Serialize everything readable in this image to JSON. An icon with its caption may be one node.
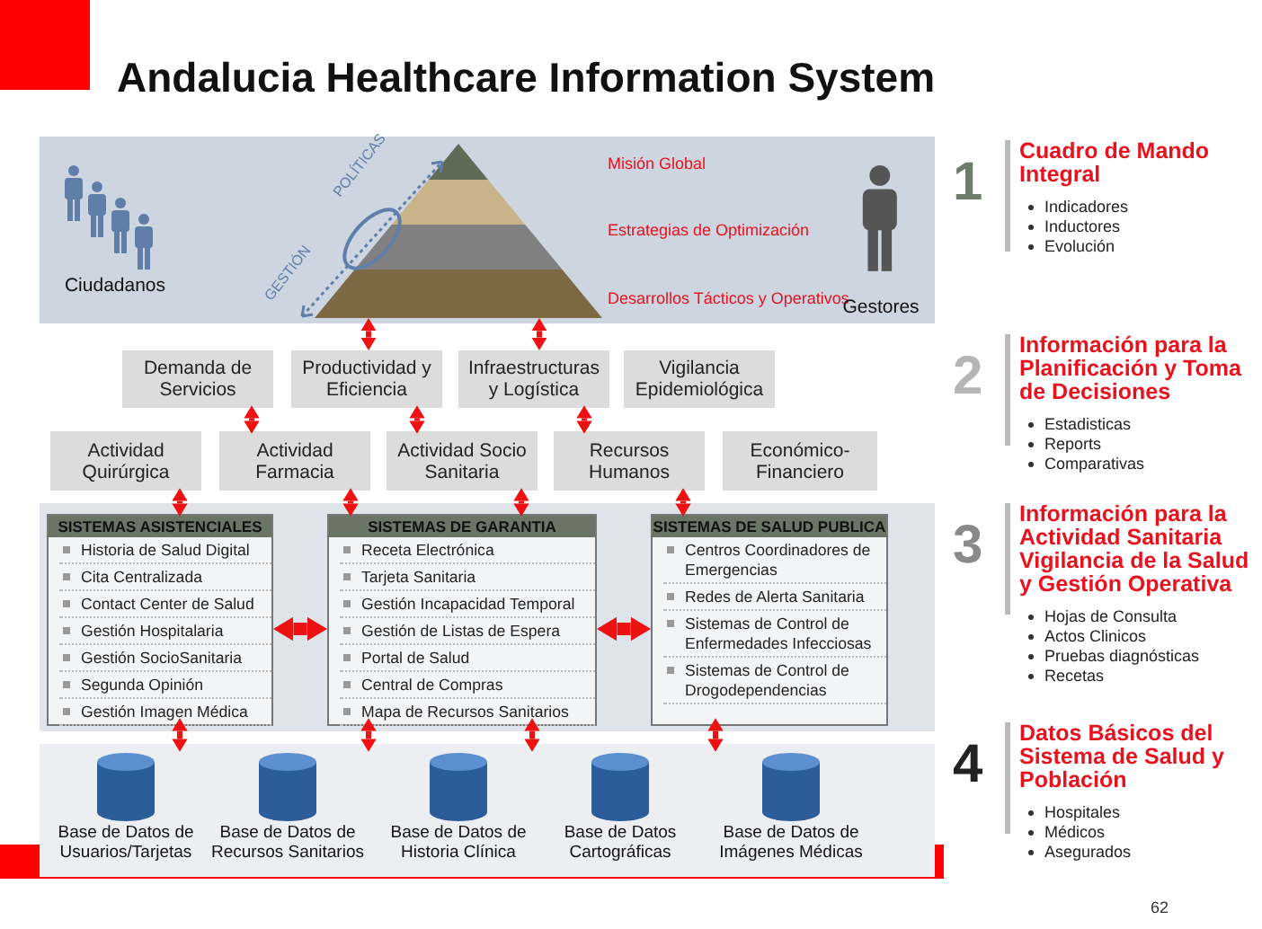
{
  "diagram": {
    "title": "Andalucia Healthcare Information System",
    "nodes": [
      {
        "text": [],
        "shape": "band"
      },
      {
        "text": [],
        "shape": "person",
        "beside": [
          "Ciudadanos"
        ],
        "in": 0
      },
      {
        "text": [],
        "shape": "triangle",
        "beside": [
          "Misión Global",
          "Estrategias de Optimización",
          "Desarrollos Tácticos y Operativos"
        ],
        "in": 0
      },
      {
        "text": [],
        "shape": "person",
        "beside": [
          "Gestores"
        ],
        "in": 0
      },
      {
        "text": [
          "Demanda de Servicios"
        ]
      },
      {
        "text": [
          "Productividad y Eficiencia"
        ]
      },
      {
        "text": [
          "Infraestructuras y Logística"
        ]
      },
      {
        "text": [
          "Vigilancia Epidemiológica"
        ]
      },
      {
        "text": [
          "Actividad Quirúrgica"
        ]
      },
      {
        "text": [
          "Actividad Farmacia"
        ]
      },
      {
        "text": [
          "Actividad Socio Sanitaria"
        ]
      },
      {
        "text": [
          "Recursos Humanos"
        ]
      },
      {
        "text": [
          "Económico-Financiero"
        ]
      },
      {
        "text": [],
        "shape": "band"
      },
      {
        "text": [
          "SISTEMAS ASISTENCIALES",
          "Historia de Salud Digital",
          "Cita Centralizada",
          "Contact Center de Salud",
          "Gestión Hospitalaria",
          "Gestión SocioSanitaria",
          "Segunda Opinión",
          "Gestión Imagen Médica"
        ],
        "in": 13
      },
      {
        "text": [
          "SISTEMAS DE GARANTIA",
          "Receta Electrónica",
          "Tarjeta Sanitaria",
          "Gestión Incapacidad Temporal",
          "Gestión de Listas de Espera",
          "Portal de Salud",
          "Central de Compras",
          "Mapa de Recursos Sanitarios"
        ],
        "in": 13
      },
      {
        "text": [
          "SISTEMAS DE SALUD PUBLICA",
          "Centros Coordinadores de Emergencias",
          "Redes de Alerta Sanitaria",
          "Sistemas de Control de Enfermedades Infecciosas",
          "Sistemas de Control de Drogodependencias"
        ],
        "in": 13
      },
      {
        "text": [],
        "shape": "band"
      },
      {
        "text": [],
        "shape": "cylinder",
        "beside": [
          "Base de Datos de Usuarios/Tarjetas"
        ],
        "in": 17
      },
      {
        "text": [],
        "shape": "cylinder",
        "beside": [
          "Base de Datos de Recursos Sanitarios"
        ],
        "in": 17
      },
      {
        "text": [],
        "shape": "cylinder",
        "beside": [
          "Base de Datos de Historia Clínica"
        ],
        "in": 17
      },
      {
        "text": [],
        "shape": "cylinder",
        "beside": [
          "Base de Datos Cartográficas"
        ],
        "in": 17
      },
      {
        "text": [],
        "shape": "cylinder",
        "beside": [
          "Base de Datos de Imágenes Médicas"
        ],
        "in": 17
      }
    ],
    "edges": [
      {
        "from": 2,
        "to": 5,
        "arrow": "both"
      },
      {
        "from": 2,
        "to": 6,
        "arrow": "both"
      },
      {
        "from": 4,
        "to": 9,
        "arrow": "both"
      },
      {
        "from": 5,
        "to": 10,
        "arrow": "both"
      },
      {
        "from": 6,
        "to": 11,
        "arrow": "both"
      },
      {
        "from": 8,
        "to": 14,
        "arrow": "both"
      },
      {
        "from": 9,
        "to": 15,
        "arrow": "both"
      },
      {
        "from": 10,
        "to": 15,
        "arrow": "both"
      },
      {
        "from": 11,
        "to": 16,
        "arrow": "both"
      },
      {
        "from": 14,
        "to": 15,
        "arrow": "both",
        "style": "thick"
      },
      {
        "from": 15,
        "to": 16,
        "arrow": "both",
        "style": "thick"
      },
      {
        "from": 14,
        "to": 17,
        "arrow": "both"
      },
      {
        "from": 15,
        "to": 17,
        "arrow": "both"
      },
      {
        "from": 15,
        "to": 17,
        "arrow": "both"
      },
      {
        "from": 16,
        "to": 17,
        "arrow": "both"
      }
    ],
    "labels": [
      "POLÍTICAS",
      "GESTIÓN",
      "1",
      "Cuadro de Mando Integral",
      "Indicadores",
      "Inductores",
      "Evolución",
      "2",
      "Información para la Planificación y Toma de Decisiones",
      "Estadisticas",
      "Reports",
      "Comparativas",
      "3",
      "Información para la Actividad Sanitaria Vigilancia de la Salud y Gestión Operativa",
      "Hojas de Consulta",
      "Actos Clinicos",
      "Pruebas diagnósticas",
      "Recetas",
      "4",
      "Datos Básicos del Sistema de Salud y Población",
      "Hospitales",
      "Médicos",
      "Asegurados",
      "62"
    ]
  }
}
